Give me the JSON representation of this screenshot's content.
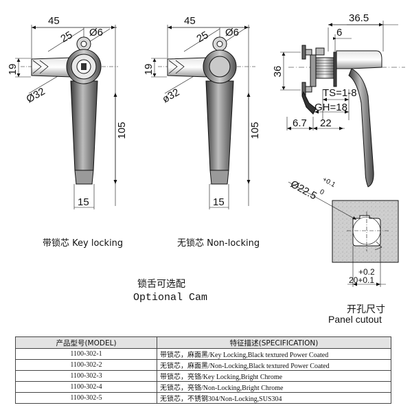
{
  "key_view": {
    "dim_width": "45",
    "dim_offset": "25",
    "dim_hole": "Ø6",
    "dim_height": "19",
    "dim_dia": "Ø32",
    "dim_length": "105",
    "dim_tip": "15",
    "caption": "带锁芯 Key locking"
  },
  "non_key_view": {
    "dim_width": "45",
    "dim_offset": "25",
    "dim_hole": "Ø6",
    "dim_height": "19",
    "dim_dia": "ø32",
    "dim_length": "105",
    "dim_tip": "15",
    "caption": "无锁芯 Non-locking"
  },
  "side_view": {
    "dim_width": "36.5",
    "dim_6": "6",
    "dim_36": "36",
    "dim_ts": "TS=1-8",
    "dim_gh": "GH=18",
    "dim_67": "6.7",
    "dim_22": "22"
  },
  "cutout": {
    "dim_dia": "Ø22.5",
    "dim_dia_tol_plus": "+0.1",
    "dim_dia_tol_zero": "0",
    "dim_tol_02": "+0.2",
    "dim_20": "20+0.1",
    "caption_cn": "开孔尺寸",
    "caption_en": "Panel cutout"
  },
  "optional_cam": {
    "cn": "锁舌可选配",
    "en": "Optional Cam"
  },
  "spec_table": {
    "headers": [
      "产品型号(MODEL)",
      "特征描述(SPECIFICATION)"
    ],
    "rows": [
      {
        "model": "1100-302-1",
        "spec": "带锁芯，麻面黑/Key Locking,Black textured Power Coated"
      },
      {
        "model": "1100-302-2",
        "spec": "无锁芯，麻面黑/Non-Locking,Black textured Power Coated"
      },
      {
        "model": "1100-302-3",
        "spec": "带锁芯，亮铬/Key Locking,Bright Chrome"
      },
      {
        "model": "1100-302-4",
        "spec": "无锁芯，亮铬/Non-Locking,Bright Chrome"
      },
      {
        "model": "1100-302-5",
        "spec": "无锁芯，不锈钢304/Non-Locking,SUS304"
      }
    ]
  }
}
